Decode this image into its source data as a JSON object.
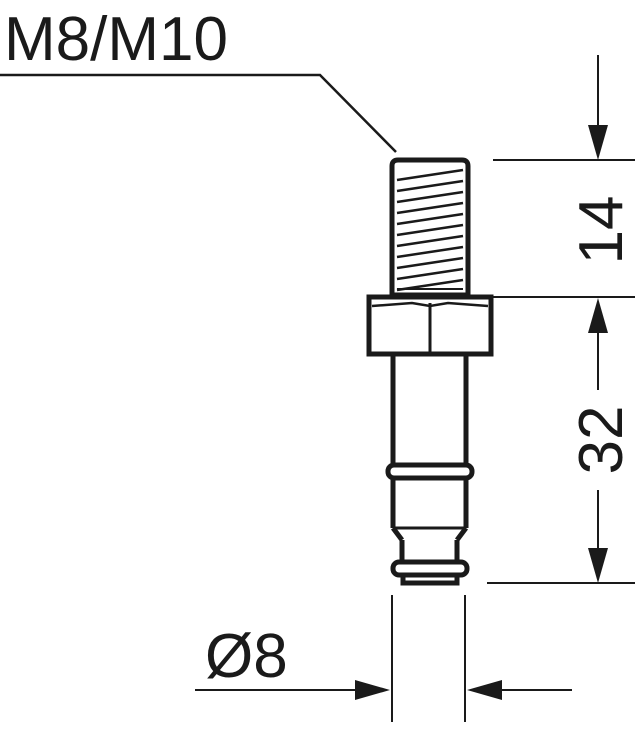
{
  "labels": {
    "thread_size": "M8/M10",
    "thread_length": "14",
    "body_length": "32",
    "diameter": "Ø8"
  },
  "colors": {
    "line": "#1a1a1a",
    "background": "#ffffff"
  }
}
